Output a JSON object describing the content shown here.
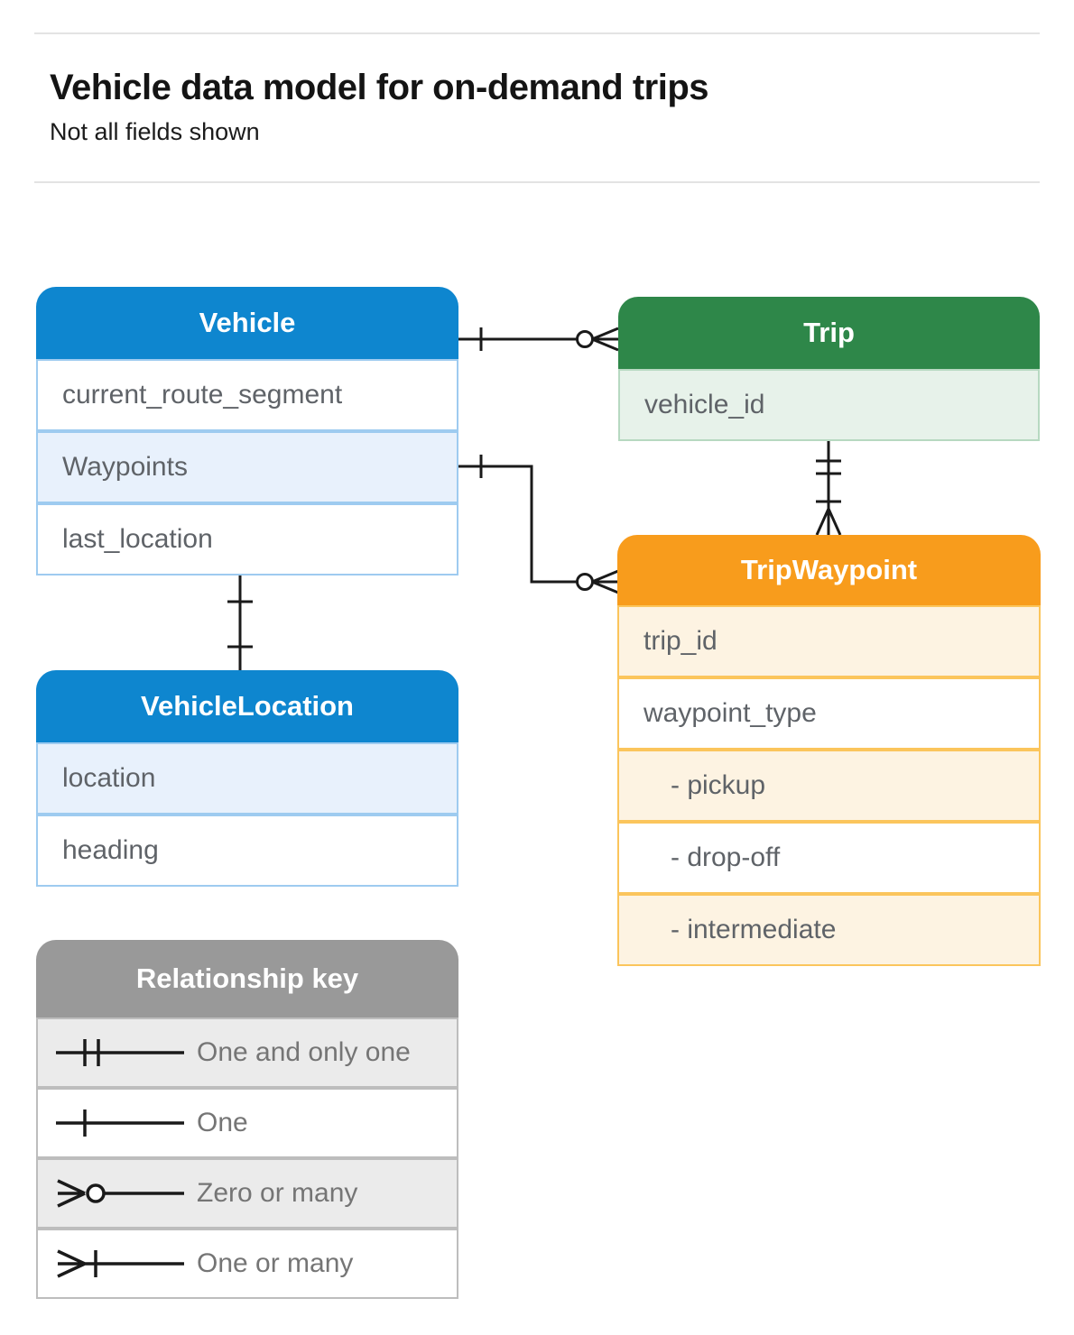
{
  "header": {
    "title": "Vehicle data model for on-demand trips",
    "subtitle": "Not all fields shown"
  },
  "entities": [
    {
      "title": "Vehicle",
      "fields": [
        "current_route_segment",
        "Waypoints",
        "last_location"
      ]
    },
    {
      "title": "Trip",
      "fields": [
        "vehicle_id"
      ]
    },
    {
      "title": "TripWaypoint",
      "fields": [
        "trip_id",
        "waypoint_type",
        "- pickup",
        "- drop-off",
        "- intermediate"
      ]
    },
    {
      "title": "VehicleLocation",
      "fields": [
        "location",
        "heading"
      ]
    }
  ],
  "legend": {
    "title": "Relationship key",
    "items": [
      {
        "label": "One and only one",
        "symbol": "one-and-only-one"
      },
      {
        "label": "One",
        "symbol": "one"
      },
      {
        "label": "Zero or many",
        "symbol": "zero-or-many"
      },
      {
        "label": "One or many",
        "symbol": "one-or-many"
      }
    ]
  },
  "relationships": [
    {
      "from": "Vehicle",
      "to": "Trip",
      "from_marker": "one",
      "to_marker": "zero-or-many"
    },
    {
      "from": "Vehicle.Waypoints",
      "to": "TripWaypoint",
      "from_marker": "one",
      "to_marker": "zero-or-many"
    },
    {
      "from": "Trip",
      "to": "TripWaypoint",
      "from_marker": "one-and-only-one",
      "to_marker": "one-or-many"
    },
    {
      "from": "Vehicle.last_location",
      "to": "VehicleLocation",
      "from_marker": "one",
      "to_marker": "one"
    }
  ],
  "colors": {
    "blue": "#0e86cf",
    "blue_light": "#e8f1fc",
    "blue_border": "#9ecbf0",
    "green": "#2e8749",
    "green_light": "#e7f2ea",
    "green_border": "#b7d9c1",
    "orange": "#f89c1c",
    "orange_light": "#fdf3e2",
    "orange_border": "#fbc55c",
    "gray": "#999999",
    "gray_light": "#ebebeb",
    "gray_border": "#bdbdbd",
    "connector_line": "#1a1a1a",
    "field_text": "#5f6368"
  }
}
